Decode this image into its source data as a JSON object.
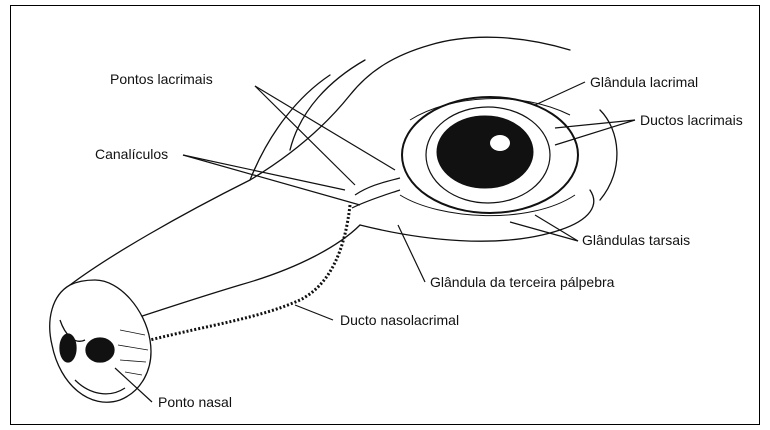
{
  "labels": {
    "pontos_lacrimais": "Pontos lacrimais",
    "canaliculos": "Canalículos",
    "glandula_lacrimal": "Glândula lacrimal",
    "ductos_lacrimais": "Ductos lacrimais",
    "glandulas_tarsais": "Glândulas tarsais",
    "glandula_terceira_palpebra": "Glândula da terceira pálpebra",
    "ducto_nasolacrimal": "Ducto nasolacrimal",
    "ponto_nasal": "Ponto nasal"
  }
}
